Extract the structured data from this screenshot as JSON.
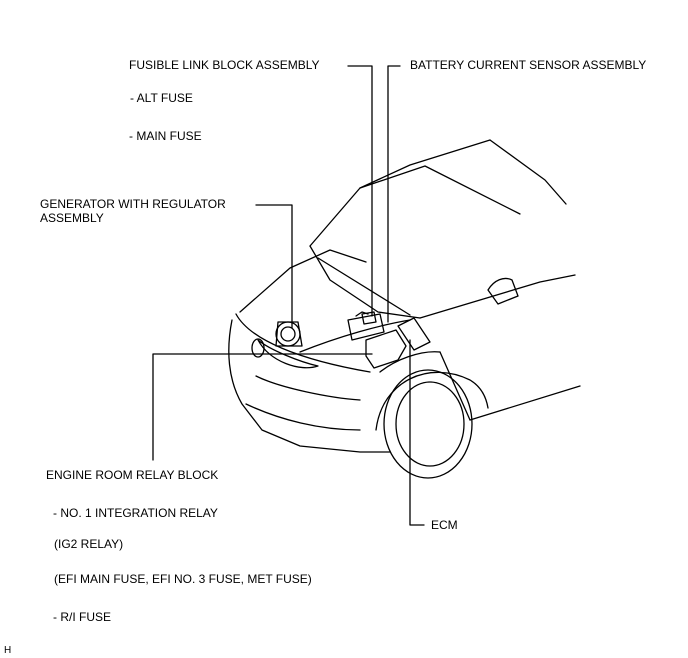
{
  "labels": {
    "fusible_link": "FUSIBLE LINK BLOCK ASSEMBLY",
    "alt_fuse": "- ALT FUSE",
    "main_fuse": "- MAIN FUSE",
    "battery_sensor": "BATTERY CURRENT SENSOR ASSEMBLY",
    "generator_line1": "GENERATOR WITH REGULATOR",
    "generator_line2": "ASSEMBLY",
    "engine_relay_block": "ENGINE ROOM RELAY BLOCK",
    "integration_relay": "- NO. 1 INTEGRATION RELAY",
    "ig2_relay": "(IG2 RELAY)",
    "efi_fuses": "(EFI MAIN FUSE, EFI NO. 3 FUSE, MET FUSE)",
    "ri_fuse": "- R/I FUSE",
    "ecm": "ECM",
    "corner_mark": "H"
  }
}
